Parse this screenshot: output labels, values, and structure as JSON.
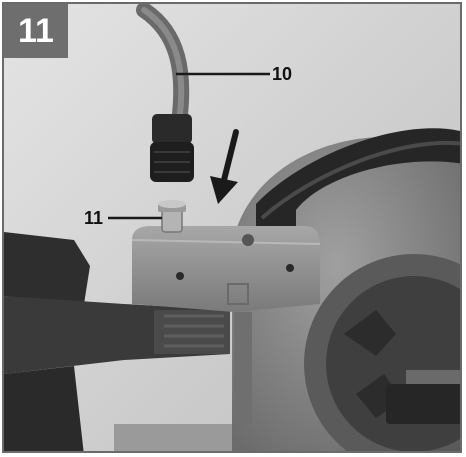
{
  "figure": {
    "step_number": "11",
    "callouts": [
      {
        "label": "10",
        "part": "hose-coupling"
      },
      {
        "label": "11",
        "part": "connector-spigot"
      }
    ]
  },
  "colors": {
    "badge": "#6e6e6e",
    "background_wall": "#cfcfcf",
    "housing": "#8c8c8c",
    "housing_dark": "#3a3a3a",
    "hose": "#707070"
  },
  "icons": {
    "arrow": "down-arrow-icon"
  }
}
